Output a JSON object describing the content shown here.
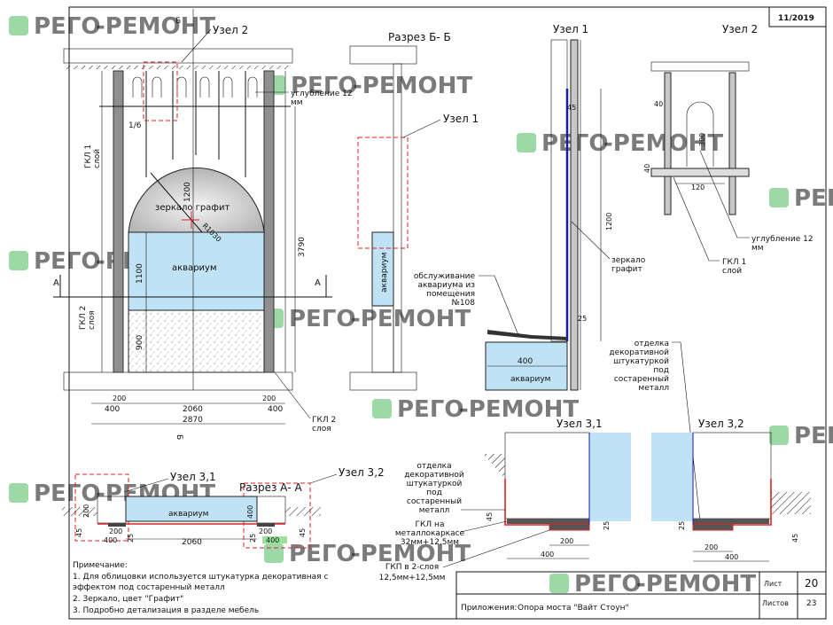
{
  "stamp": {
    "date": "11/2019"
  },
  "watermark": {
    "text_a": "РЕГО",
    "text_b": "-РЕМОНТ"
  },
  "colors": {
    "aquarium": "#bfe3f5",
    "column": "#8f8f8f",
    "red": "#d22222",
    "blue": "#1a1aa8"
  },
  "elevation": {
    "node2_label": "Узел 2",
    "section_mark": "Б",
    "recess_label_1": "углубление 12",
    "recess_label_2": "мм",
    "gkl1_1": "ГКЛ 1",
    "gkl1_2": "слой",
    "fraction": "1/6",
    "dim_1200": "1200",
    "mirror": "зеркало графит",
    "radius": "R1030",
    "aquarium": "аквариум",
    "dim_1100": "1100",
    "dim_3790": "3790",
    "section_a_left": "А",
    "section_a_right": "А",
    "gkl2_1": "ГКЛ 2",
    "gkl2_2": "слоя",
    "dim_900": "900",
    "dim_200_l": "200",
    "dim_200_r": "200",
    "dim_400_l": "400",
    "dim_2060": "2060",
    "dim_400_r": "400",
    "dim_2870": "2870",
    "gkl2b_1": "ГКЛ 2",
    "gkl2b_2": "слоя",
    "section_b_bottom": "Б"
  },
  "section_bb": {
    "title": "Разрез Б- Б",
    "node1": "Узел 1",
    "aquarium": "аквариум"
  },
  "node1": {
    "title": "Узел 1",
    "dim_45": "45",
    "dim_1200": "1200",
    "mirror_1": "зеркало",
    "mirror_2": "графит",
    "service_1": "обслуживание",
    "service_2": "аквариума из",
    "service_3": "помещения",
    "service_4": "№108",
    "dim_25": "25",
    "dim_400": "400",
    "aquarium": "аквариум"
  },
  "node2": {
    "title": "Узел 2",
    "dim_40a": "40",
    "dim_300": "300",
    "dim_40b": "40",
    "dim_120": "120",
    "recess_1": "углубление 12",
    "recess_2": "мм",
    "gkl_1": "ГКЛ 1",
    "gkl_2": "слой"
  },
  "finish_label": [
    "отделка",
    "декоративной",
    "штукатуркой",
    "под",
    "состаренный",
    "металл"
  ],
  "node31": {
    "title": "Узел 3,1",
    "dim_45": "45",
    "dim_25": "25",
    "dim_200": "200",
    "dim_400": "400"
  },
  "node32": {
    "title": "Узел 3,2",
    "dim_25": "25",
    "dim_45": "45",
    "dim_200": "200",
    "dim_400": "400"
  },
  "finish_label_left": [
    "отделка",
    "декоративной",
    "штукатуркой",
    "под",
    "состаренный",
    "металл"
  ],
  "gkl_frame": [
    "ГКЛ на",
    "металлокаркасе",
    "32мм+12,5мм"
  ],
  "gkl_two": [
    "ГКП в 2-слоя",
    "12,5мм+12,5мм"
  ],
  "plan": {
    "title": "Разрез А- А",
    "node31": "Узел 3,1",
    "node32": "Узел 3,2",
    "aquarium": "аквариум",
    "dim_200_l": "200",
    "dim_45_l": "45",
    "dim_25_l": "25",
    "dim_400_l": "400",
    "dim_200_a": "200",
    "dim_2060": "2060",
    "dim_400_v": "400",
    "dim_200_r": "200",
    "dim_25_r": "25",
    "dim_400_r": "400",
    "dim_45_r": "45"
  },
  "notes": {
    "heading": "Примечание:",
    "line1": "1. Для облицовки используется штукатурка декоративная с",
    "line1b": "эффектом под состаренный металл",
    "line2": "2. Зеркало, цвет \"Графит\"",
    "line3": "3. Подробно детализация в разделе мебель"
  },
  "title_block": {
    "sheet_label": "Лист",
    "sheet_value": "20",
    "sheets_label": "Листов",
    "sheets_value": "23",
    "caption_label": "Приложения:",
    "caption_value": "Опора моста \"Вайт Стоун\""
  }
}
